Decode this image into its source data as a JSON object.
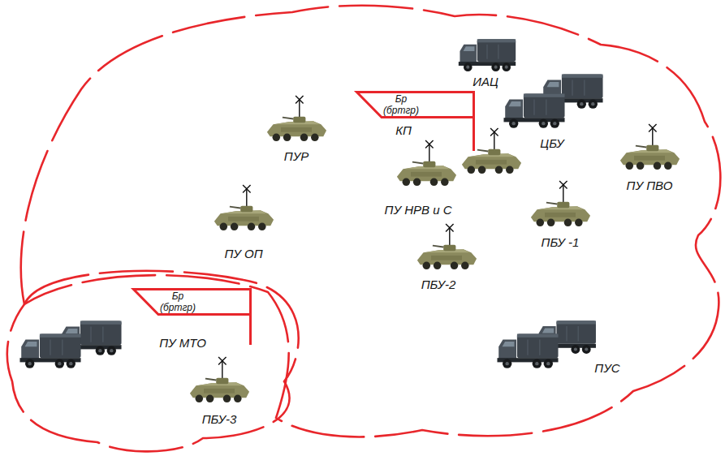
{
  "diagram": {
    "nodes": [
      {
        "text": [
          "КП"
        ]
      },
      {
        "text": [
          "Бр (бртгр)"
        ],
        "in": 0
      },
      {
        "text": [
          "ИАЦ"
        ],
        "in": 0
      },
      {
        "text": [
          "ЦБУ"
        ],
        "in": 0
      },
      {
        "text": [
          "ПУР"
        ],
        "in": 0
      },
      {
        "text": [
          "ПУ ПВО"
        ],
        "in": 0
      },
      {
        "text": [
          "ПУ НРВ и С"
        ],
        "in": 0
      },
      {
        "text": [
          "ПБУ -1"
        ],
        "in": 0
      },
      {
        "text": [
          "ПУ ОП"
        ],
        "in": 0
      },
      {
        "text": [
          "ПБУ-2"
        ],
        "in": 0
      },
      {
        "text": [
          "ПУС"
        ],
        "in": 0
      },
      {
        "text": [
          "ПУ МТО"
        ]
      },
      {
        "text": [
          "Бр (бртгр)"
        ],
        "in": 11
      },
      {
        "text": [
          "ПБУ-3"
        ],
        "in": 11
      }
    ]
  }
}
